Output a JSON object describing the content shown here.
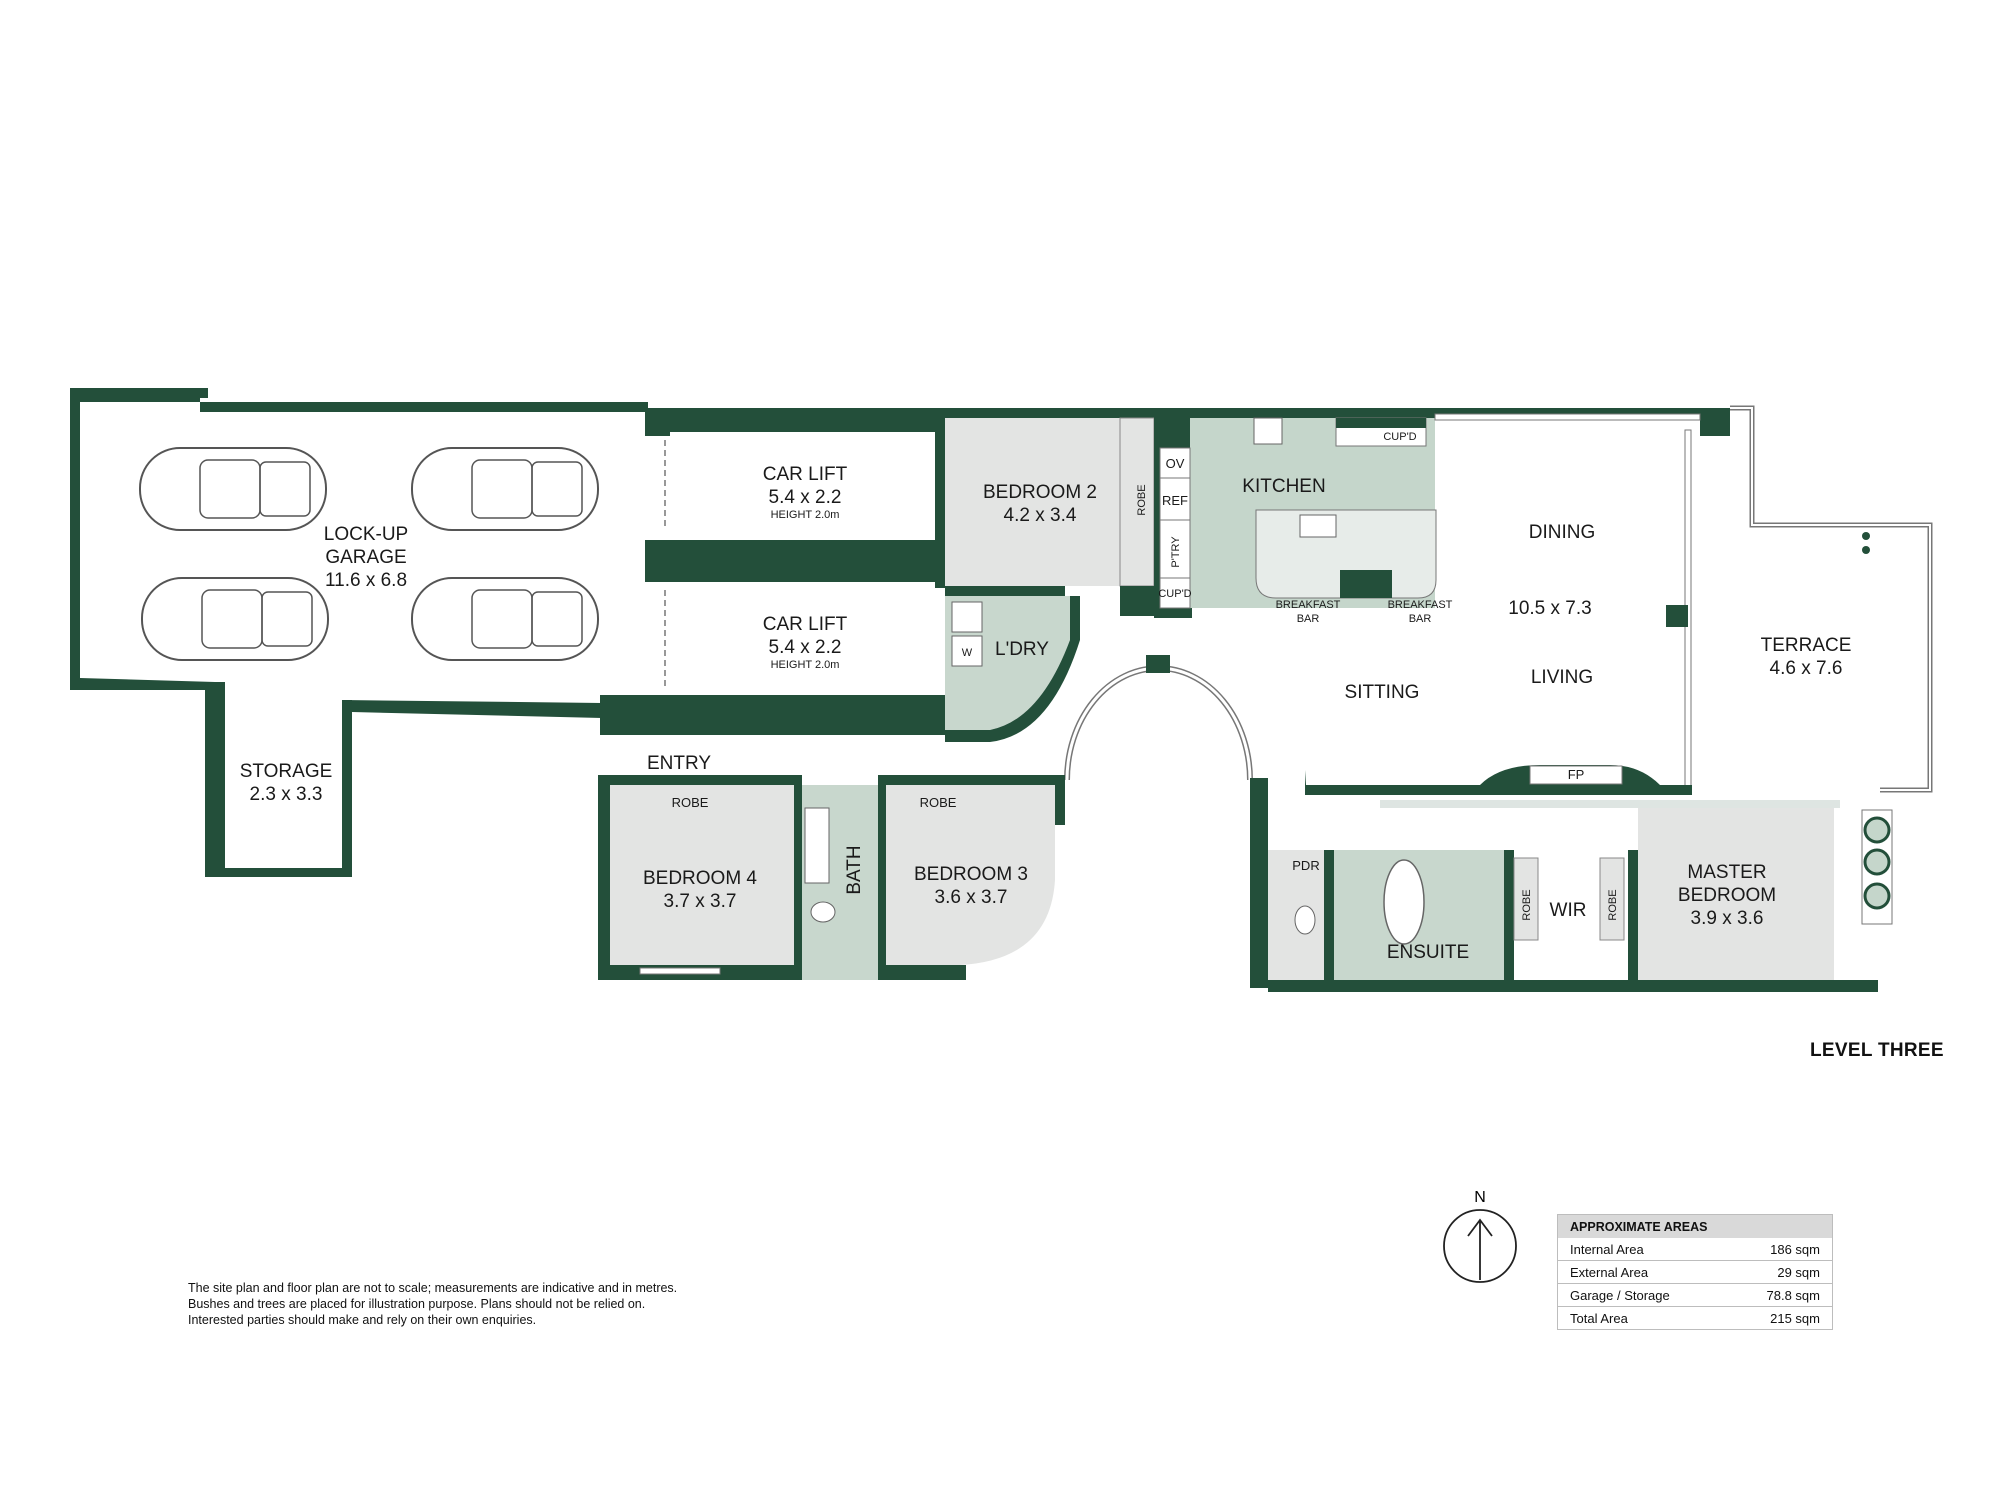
{
  "colors": {
    "wall": "#234f3a",
    "room_grey": "#e3e4e3",
    "wet_area": "#c8d7cd",
    "kitchen": "#c5d6cb",
    "line": "#555555"
  },
  "rooms": {
    "garage": {
      "name": "LOCK-UP",
      "name2": "GARAGE",
      "dims": "11.6 x 6.8"
    },
    "storage": {
      "name": "STORAGE",
      "dims": "2.3 x 3.3"
    },
    "carlift1": {
      "name": "CAR LIFT",
      "dims": "5.4 x 2.2",
      "note": "HEIGHT 2.0m"
    },
    "carlift2": {
      "name": "CAR LIFT",
      "dims": "5.4 x 2.2",
      "note": "HEIGHT 2.0m"
    },
    "bedroom2": {
      "name": "BEDROOM 2",
      "dims": "4.2 x 3.4",
      "robe": "ROBE"
    },
    "laundry": {
      "name": "L'DRY",
      "washer": "W"
    },
    "kitchen": {
      "name": "KITCHEN",
      "ov": "OV",
      "ref": "REF",
      "pantry": "P'TRY",
      "cupd_low": "CUP'D",
      "cupd_top": "CUP'D",
      "bar1a": "BREAKFAST",
      "bar1b": "BAR",
      "bar2a": "BREAKFAST",
      "bar2b": "BAR"
    },
    "living": {
      "dining": "DINING",
      "dims": "10.5 x 7.3",
      "sitting": "SITTING",
      "living": "LIVING",
      "fp": "FP"
    },
    "terrace": {
      "name": "TERRACE",
      "dims": "4.6 x 7.6"
    },
    "entry": {
      "name": "ENTRY"
    },
    "bedroom4": {
      "name": "BEDROOM 4",
      "dims": "3.7 x 3.7",
      "robe": "ROBE"
    },
    "bath": {
      "name": "BATH"
    },
    "bedroom3": {
      "name": "BEDROOM 3",
      "dims": "3.6 x 3.7",
      "robe": "ROBE"
    },
    "pdr": {
      "name": "PDR"
    },
    "ensuite": {
      "name": "ENSUITE"
    },
    "wir": {
      "name": "WIR",
      "robe1": "ROBE",
      "robe2": "ROBE"
    },
    "master": {
      "name": "MASTER",
      "name2": "BEDROOM",
      "dims": "3.9 x 3.6"
    }
  },
  "level_title": "LEVEL THREE",
  "compass": {
    "label": "N"
  },
  "disclaimer": [
    "The site plan and floor plan are not to scale; measurements are indicative and in metres.",
    "Bushes and trees are placed for illustration purpose. Plans should not be relied on.",
    "Interested parties should make and rely on their own enquiries."
  ],
  "areas": {
    "title": "APPROXIMATE AREAS",
    "rows": [
      {
        "label": "Internal Area",
        "value": "186 sqm"
      },
      {
        "label": "External Area",
        "value": "29 sqm"
      },
      {
        "label": "Garage / Storage",
        "value": "78.8 sqm"
      },
      {
        "label": "Total Area",
        "value": "215 sqm"
      }
    ]
  }
}
